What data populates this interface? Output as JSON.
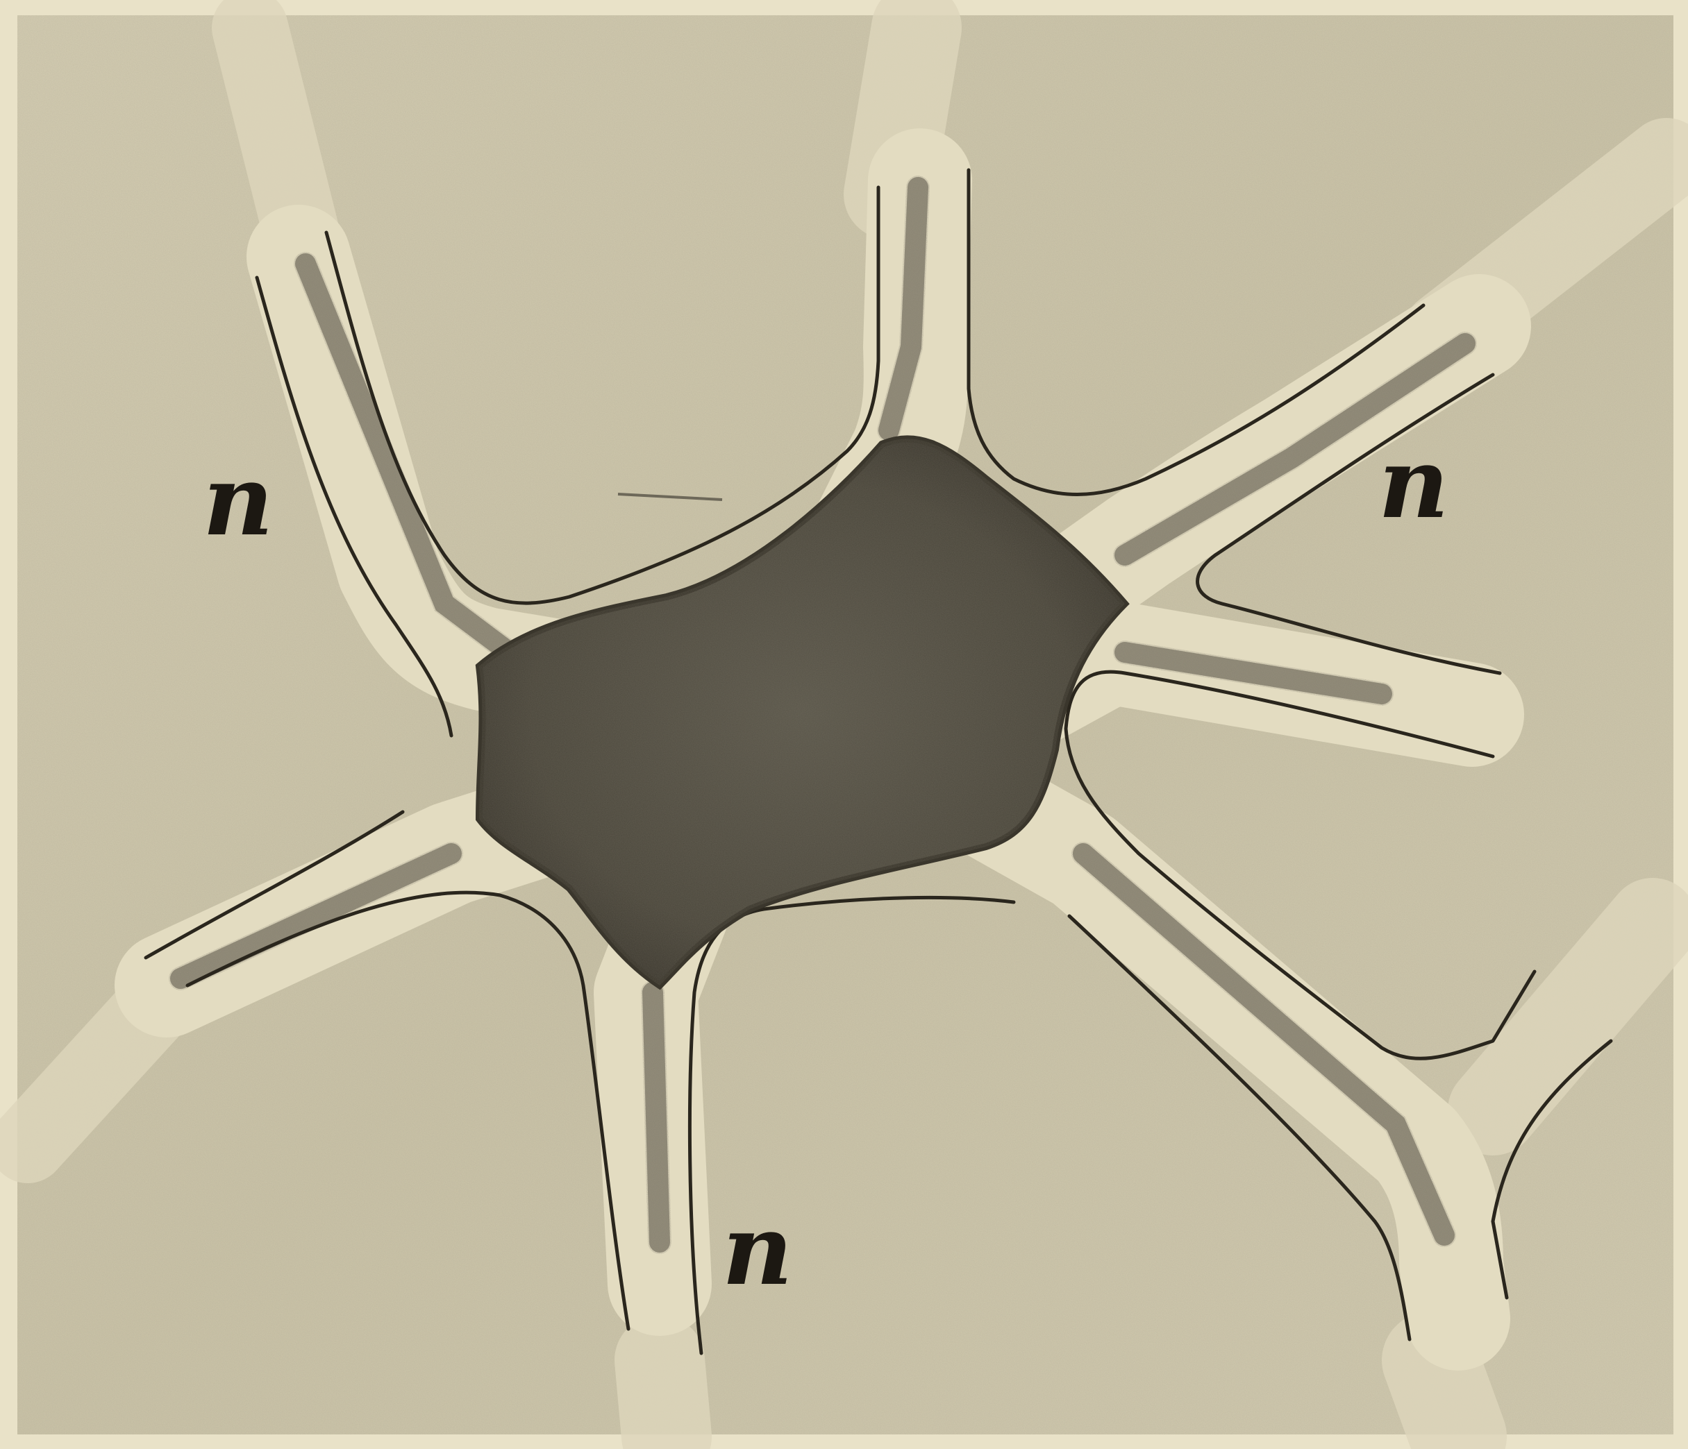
{
  "figure": {
    "labels": [
      {
        "id": "upper-left",
        "text": "n"
      },
      {
        "id": "upper-right",
        "text": "n"
      },
      {
        "id": "bottom",
        "text": "n"
      }
    ]
  },
  "colors": {
    "paper": "#e9e2c8",
    "background": "#cfc8ad",
    "wall_light": "#e6dfc4",
    "wall_dark": "#7d7766",
    "cell_body": "#4f4b40",
    "outline": "#2a261d"
  }
}
